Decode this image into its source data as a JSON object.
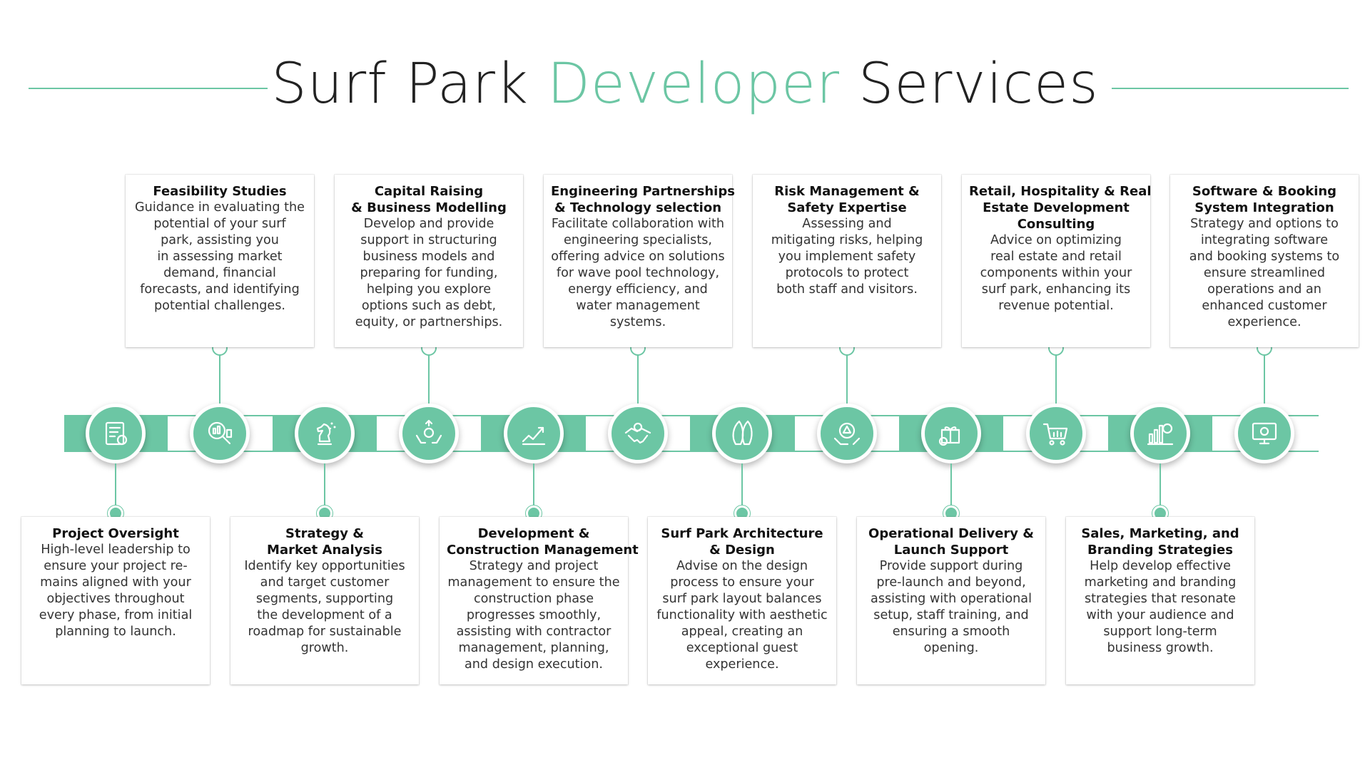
{
  "title": {
    "part1": "Surf Park",
    "accent": "Developer",
    "part2": "Services"
  },
  "colors": {
    "accent": "#6cc6a4",
    "text": "#1f1f1f"
  },
  "services": [
    {
      "id": "project-oversight",
      "icon": "document-review-icon",
      "title_lines": [
        "Project Oversight"
      ],
      "desc_lines": [
        "High-level leadership to",
        "ensure your project re-",
        "mains aligned with your",
        "objectives throughout",
        "every phase, from initial",
        "planning to launch."
      ]
    },
    {
      "id": "feasibility-studies",
      "icon": "magnifier-analysis-icon",
      "title_lines": [
        "Feasibility Studies"
      ],
      "desc_lines": [
        "Guidance in evaluating the",
        "potential of your surf",
        "park, assisting you",
        "in assessing market",
        "demand, financial",
        "forecasts, and identifying",
        "potential challenges."
      ]
    },
    {
      "id": "strategy-market-analysis",
      "icon": "chess-knight-icon",
      "title_lines": [
        "Strategy &",
        "Market Analysis"
      ],
      "desc_lines": [
        "Identify key opportunities",
        "and target customer",
        "segments, supporting",
        "the development of a",
        "roadmap for sustainable",
        "growth."
      ]
    },
    {
      "id": "capital-raising",
      "icon": "hands-money-icon",
      "title_lines": [
        "Capital Raising",
        "& Business Modelling"
      ],
      "desc_lines": [
        "Develop and provide",
        "support in structuring",
        "business models and",
        "preparing for funding,",
        "helping you explore",
        "options such as debt,",
        "equity, or partnerships."
      ]
    },
    {
      "id": "development-construction",
      "icon": "growth-chart-icon",
      "title_lines": [
        "Development &",
        "Construction Management"
      ],
      "desc_lines": [
        "Strategy and project",
        "management to ensure the",
        "construction phase",
        "progresses smoothly,",
        "assisting with contractor",
        "management, planning,",
        "and design execution."
      ]
    },
    {
      "id": "engineering-partnerships",
      "icon": "handshake-icon",
      "title_lines": [
        "Engineering Partnerships",
        "& Technology selection"
      ],
      "desc_lines": [
        "Facilitate collaboration with",
        "engineering specialists,",
        "offering advice on solutions",
        "for wave pool technology,",
        "energy efficiency, and",
        "water management",
        "systems."
      ]
    },
    {
      "id": "surf-park-architecture",
      "icon": "surfboards-icon",
      "title_lines": [
        "Surf Park Architecture",
        "& Design"
      ],
      "desc_lines": [
        "Advise on the design",
        "process to ensure your",
        "surf park layout balances",
        "functionality with aesthetic",
        "appeal, creating an",
        "exceptional guest",
        "experience."
      ]
    },
    {
      "id": "risk-management",
      "icon": "gear-warning-icon",
      "title_lines": [
        "Risk Management &",
        "Safety Expertise"
      ],
      "desc_lines": [
        "Assessing and",
        "mitigating risks, helping",
        "you implement safety",
        "protocols to protect",
        "both staff and visitors."
      ]
    },
    {
      "id": "operational-delivery",
      "icon": "gift-launch-icon",
      "title_lines": [
        "Operational Delivery &",
        "Launch Support"
      ],
      "desc_lines": [
        "Provide support during",
        "pre-launch and beyond,",
        "assisting with operational",
        "setup, staff training, and",
        "ensuring a smooth",
        "opening."
      ]
    },
    {
      "id": "retail-hospitality",
      "icon": "shopping-cart-icon",
      "title_lines": [
        "Retail, Hospitality & Real",
        "Estate Development",
        "Consulting"
      ],
      "desc_lines": [
        "Advice on optimizing",
        "real estate and retail",
        "components within your",
        "surf park, enhancing its",
        "revenue potential."
      ]
    },
    {
      "id": "sales-marketing",
      "icon": "marketing-chart-icon",
      "title_lines": [
        "Sales, Marketing, and",
        "Branding Strategies"
      ],
      "desc_lines": [
        "Help develop effective",
        "marketing and branding",
        "strategies that resonate",
        "with your audience and",
        "support long-term",
        "business growth."
      ]
    },
    {
      "id": "software-booking",
      "icon": "booking-screen-icon",
      "title_lines": [
        "Software & Booking",
        "System Integration"
      ],
      "desc_lines": [
        "Strategy and options to",
        "integrating software",
        "and booking systems to",
        "ensure streamlined",
        "operations and an",
        "enhanced customer",
        "experience."
      ]
    }
  ]
}
